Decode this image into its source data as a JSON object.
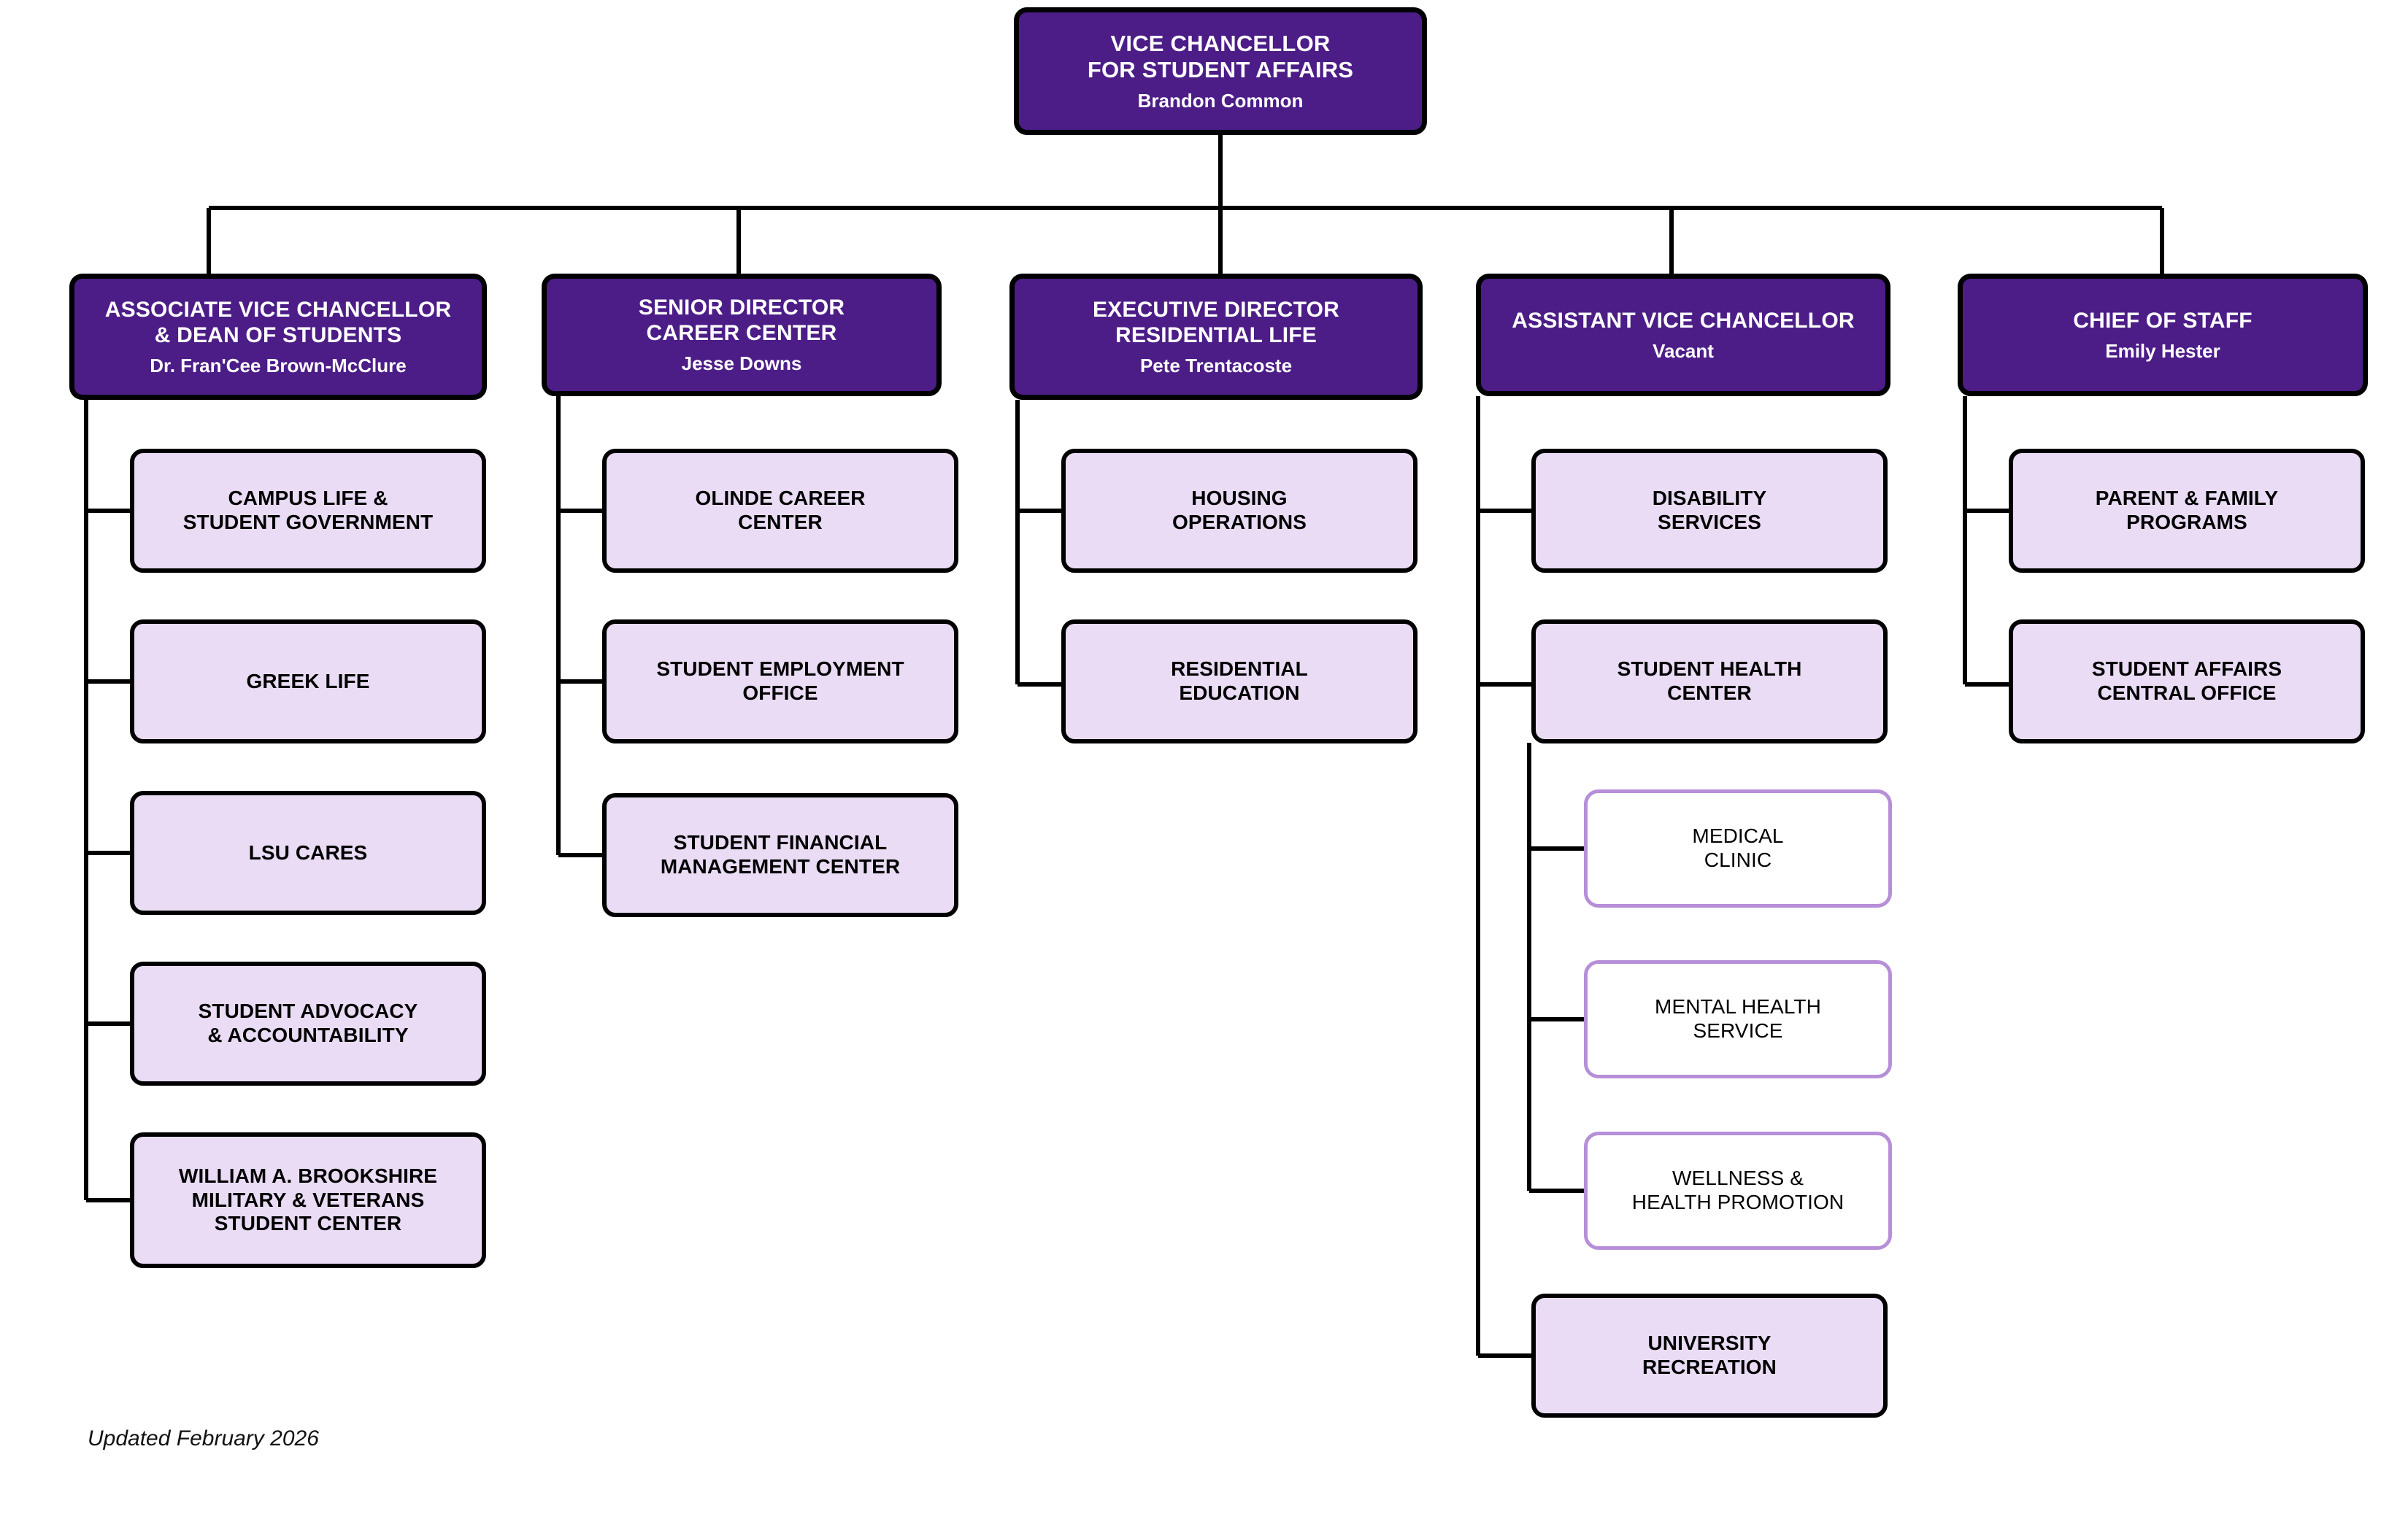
{
  "chart_data": {
    "type": "diagram",
    "title": "Vice Chancellor for Student Affairs Organizational Chart",
    "colors": {
      "executive_fill": "#4c1d87",
      "executive_text": "#ffffff",
      "unit_fill": "#eadcf5",
      "unit_border": "#000000",
      "subunit_fill": "#ffffff",
      "subunit_border": "#b68fd8",
      "connector": "#000000",
      "background": "#ffffff"
    },
    "levels": [
      "executive",
      "director",
      "unit",
      "sub-unit"
    ]
  },
  "root": {
    "title": "VICE CHANCELLOR\nFOR STUDENT AFFAIRS",
    "title_line1": "VICE CHANCELLOR",
    "title_line2": "FOR STUDENT AFFAIRS",
    "person": "Brandon Common"
  },
  "columns": [
    {
      "id": "dean-of-students",
      "title_line1": "ASSOCIATE VICE CHANCELLOR",
      "title_line2": "& DEAN OF STUDENTS",
      "person": "Dr. Fran'Cee Brown-McClure",
      "children": [
        {
          "line1": "CAMPUS LIFE &",
          "line2": "STUDENT GOVERNMENT"
        },
        {
          "line1": "GREEK LIFE",
          "line2": ""
        },
        {
          "line1": "LSU CARES",
          "line2": ""
        },
        {
          "line1": "STUDENT ADVOCACY",
          "line2": "& ACCOUNTABILITY"
        },
        {
          "line1": "WILLIAM A. BROOKSHIRE",
          "line2": "MILITARY & VETERANS",
          "line3": "STUDENT CENTER"
        }
      ]
    },
    {
      "id": "career-center",
      "title_line1": "SENIOR DIRECTOR",
      "title_line2": "CAREER CENTER",
      "person": "Jesse Downs",
      "children": [
        {
          "line1": "OLINDE CAREER",
          "line2": "CENTER"
        },
        {
          "line1": "STUDENT EMPLOYMENT",
          "line2": "OFFICE"
        },
        {
          "line1": "STUDENT FINANCIAL",
          "line2": "MANAGEMENT CENTER"
        }
      ]
    },
    {
      "id": "residential-life",
      "title_line1": "EXECUTIVE DIRECTOR",
      "title_line2": "RESIDENTIAL LIFE",
      "person": "Pete Trentacoste",
      "children": [
        {
          "line1": "HOUSING",
          "line2": "OPERATIONS"
        },
        {
          "line1": "RESIDENTIAL",
          "line2": "EDUCATION"
        }
      ]
    },
    {
      "id": "assistant-vice-chancellor",
      "title_line1": "ASSISTANT VICE CHANCELLOR",
      "title_line2": "",
      "person": "Vacant",
      "children": [
        {
          "line1": "DISABILITY",
          "line2": "SERVICES"
        },
        {
          "line1": "STUDENT HEALTH",
          "line2": "CENTER",
          "subchildren": [
            {
              "line1": "MEDICAL",
              "line2": "CLINIC"
            },
            {
              "line1": "MENTAL HEALTH",
              "line2": "SERVICE"
            },
            {
              "line1": "WELLNESS &",
              "line2": "HEALTH PROMOTION"
            }
          ]
        },
        {
          "line1": "UNIVERSITY",
          "line2": "RECREATION"
        }
      ]
    },
    {
      "id": "chief-of-staff",
      "title_line1": "CHIEF OF STAFF",
      "title_line2": "",
      "person": "Emily Hester",
      "children": [
        {
          "line1": "PARENT & FAMILY",
          "line2": "PROGRAMS"
        },
        {
          "line1": "STUDENT AFFAIRS",
          "line2": "CENTRAL OFFICE"
        }
      ]
    }
  ],
  "footer": {
    "updated": "Updated February 2026"
  }
}
